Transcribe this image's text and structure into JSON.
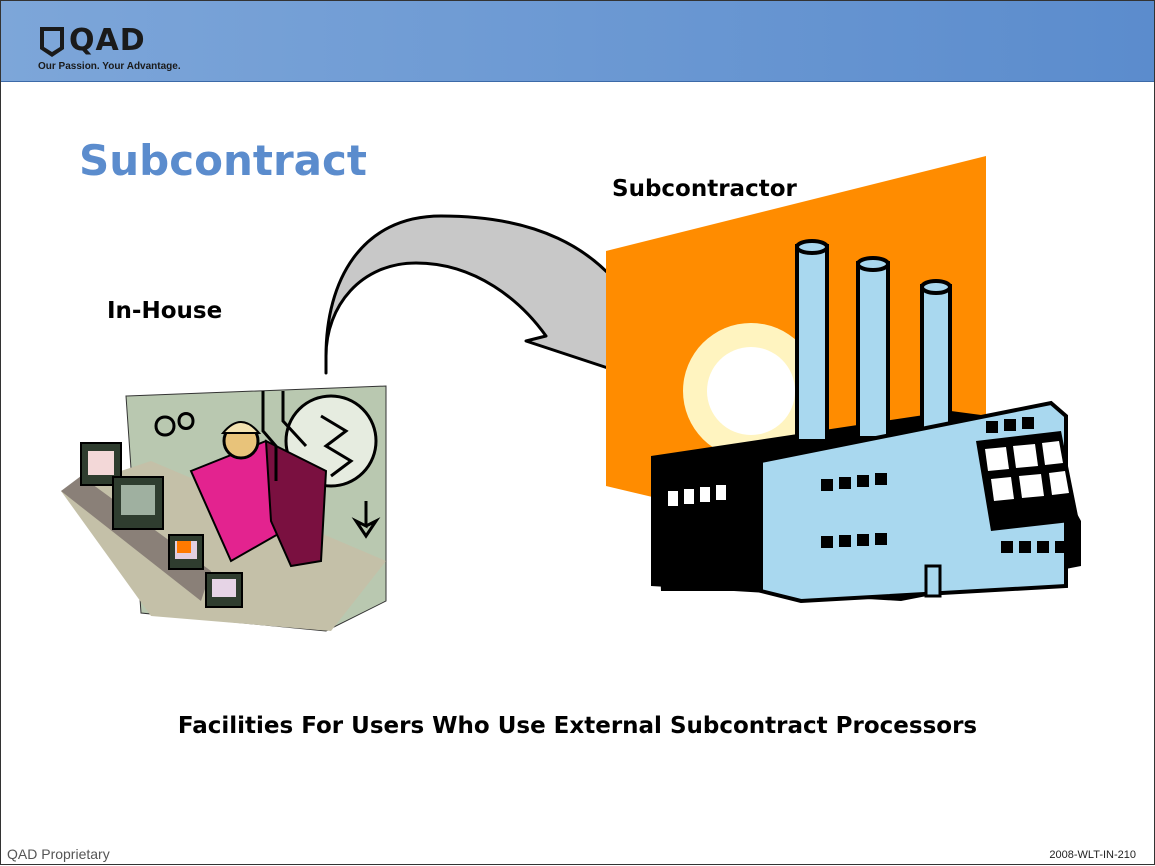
{
  "header": {
    "logo_text": "QAD",
    "tagline": "Our Passion. Your Advantage."
  },
  "slide": {
    "title": "Subcontract",
    "in_house_label": "In-House",
    "subcontractor_label": "Subcontractor",
    "caption": "Facilities For Users Who Use External Subcontract Processors"
  },
  "footer": {
    "left": "QAD Proprietary",
    "right": "2008-WLT-IN-210"
  },
  "colors": {
    "header_blue": "#5b8ccd",
    "title_blue": "#5b8ccd",
    "orange_backdrop": "#ff8c00",
    "factory_blue": "#a9d8ef",
    "arrow_gray": "#c8c8c8"
  },
  "illustrations": [
    "worker-clipart",
    "factory-clipart",
    "curved-arrow"
  ]
}
